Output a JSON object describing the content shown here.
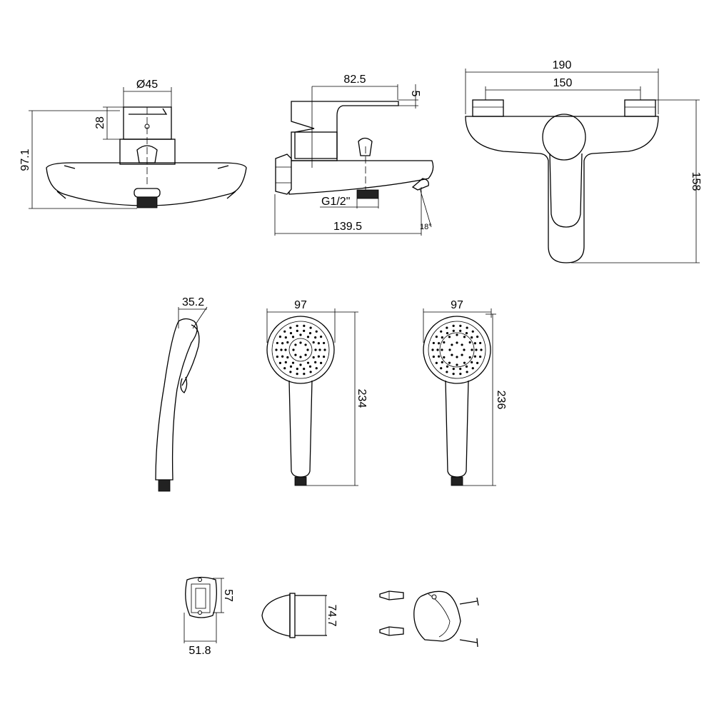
{
  "mixer_front": {
    "diameter": "Ø45",
    "handle_height": "28",
    "total_height": "97.1"
  },
  "mixer_side": {
    "lever_length": "82.5",
    "lever_offset": "5",
    "thread": "G1/2\"",
    "length": "139.5",
    "angle": "18°"
  },
  "mixer_top": {
    "total_width": "190",
    "centers": "150",
    "depth": "158"
  },
  "hand_shower_side": {
    "head_depth": "35.2"
  },
  "hand_shower_1": {
    "width": "97",
    "length": "234"
  },
  "hand_shower_2": {
    "width": "97",
    "length": "236"
  },
  "wall_bracket": {
    "height": "57",
    "width": "51.8"
  },
  "holder": {
    "length": "74.7"
  }
}
